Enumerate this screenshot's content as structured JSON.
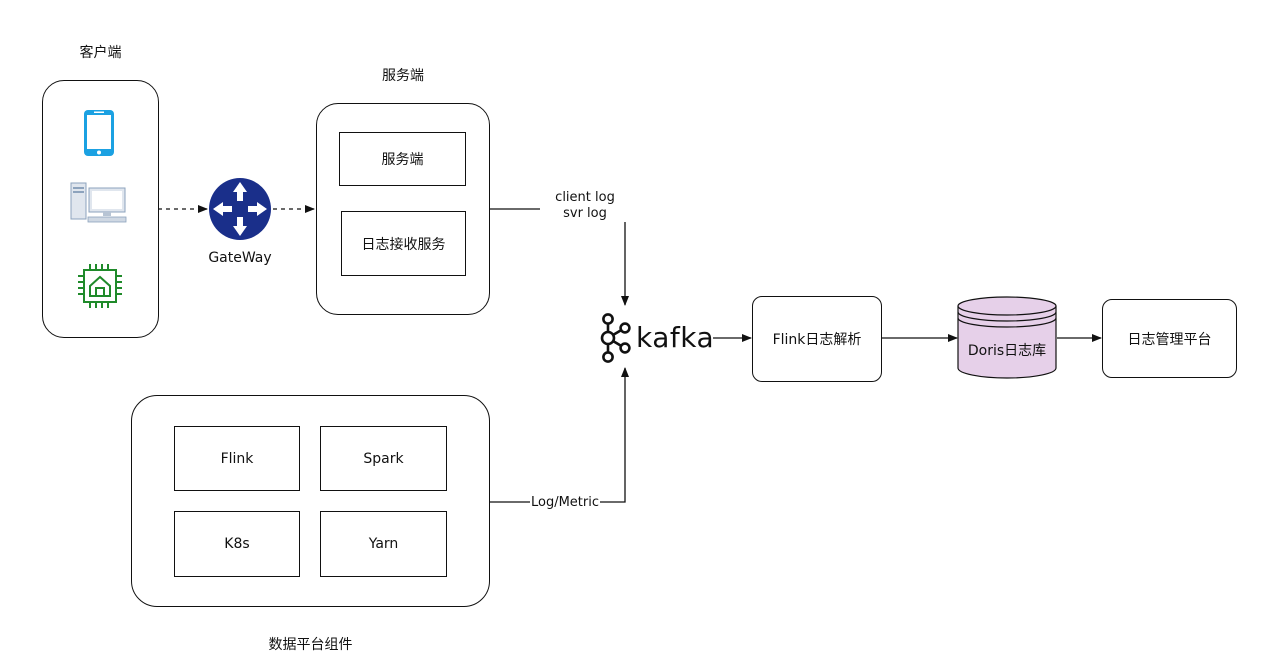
{
  "client": {
    "title": "客户端"
  },
  "gateway": {
    "label": "GateWay"
  },
  "server": {
    "title": "服务端",
    "box1": "服务端",
    "box2": "日志接收服务"
  },
  "edges": {
    "client_log": "client log",
    "svr_log": "svr log",
    "log_metric": "Log/Metric"
  },
  "kafka": {
    "label": "kafka"
  },
  "flink_parse": {
    "label": "Flink日志解析"
  },
  "doris": {
    "label": "Doris日志库",
    "color": "#e6d0e9"
  },
  "log_platform": {
    "label": "日志管理平台"
  },
  "data_platform": {
    "title": "数据平台组件",
    "components": [
      "Flink",
      "Spark",
      "K8s",
      "Yarn"
    ]
  },
  "icons": {
    "phone": "phone-icon",
    "desktop": "desktop-icon",
    "iot": "iot-chip-icon",
    "router": "router-icon",
    "kafka": "kafka-logo-icon",
    "database": "database-icon"
  },
  "colors": {
    "phone": "#1ba1e2",
    "iot": "#1f8a2a",
    "gateway": "#1a2f8a"
  }
}
